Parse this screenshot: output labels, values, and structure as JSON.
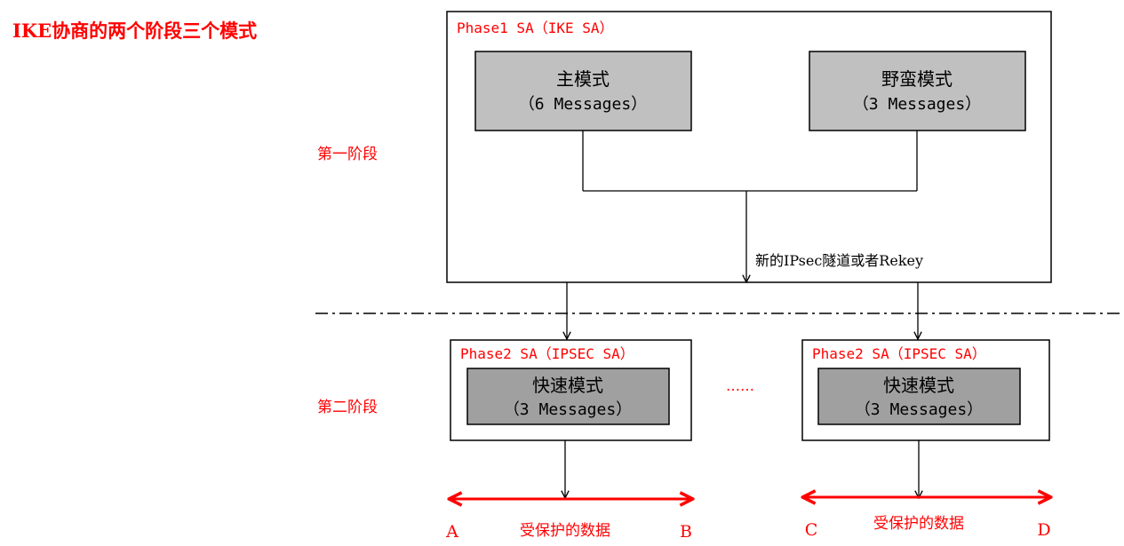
{
  "title": "IKE协商的两个阶段三个模式",
  "stage_labels": {
    "phase1": "第一阶段",
    "phase2": "第二阶段"
  },
  "phase1_box": {
    "label": "Phase1 SA（IKE SA）",
    "main_mode": {
      "name": "主模式",
      "messages": "（6 Messages）"
    },
    "aggressive_mode": {
      "name": "野蛮模式",
      "messages": "（3 Messages）"
    },
    "rekey_label": "新的IPsec隧道或者Rekey"
  },
  "phase2_boxes": [
    {
      "label": "Phase2 SA（IPSEC SA）",
      "mode": {
        "name": "快速模式",
        "messages": "（3 Messages）"
      }
    },
    {
      "label": "Phase2 SA（IPSEC SA）",
      "mode": {
        "name": "快速模式",
        "messages": "（3 Messages）"
      }
    }
  ],
  "ellipsis": "……",
  "protected_flows": [
    {
      "from": "A",
      "to": "B",
      "label": "受保护的数据"
    },
    {
      "from": "C",
      "to": "D",
      "label": "受保护的数据"
    }
  ],
  "colors": {
    "accent": "#ff0000",
    "mode_fill": "#c0c0c0",
    "quick_fill": "#a0a0a0",
    "line": "#000000"
  }
}
